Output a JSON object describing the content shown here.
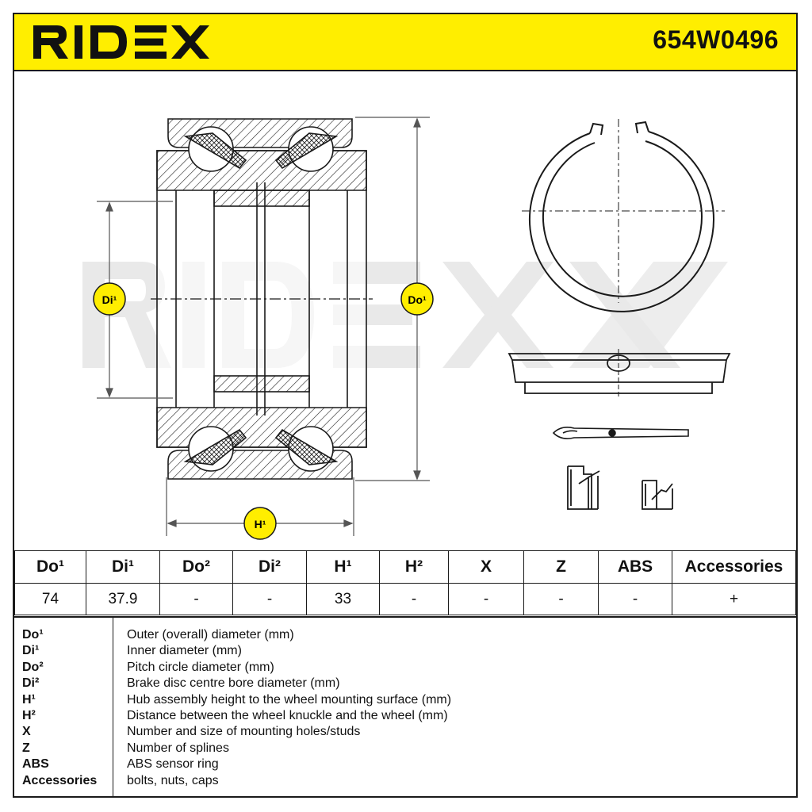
{
  "header": {
    "brand": "RIDEX",
    "part_number": "654W0496",
    "background_color": "#ffee00"
  },
  "drawing": {
    "watermark": "RIDEX",
    "labels": {
      "di1": "Di¹",
      "do1": "Do¹",
      "h1": "H¹"
    },
    "icons": [
      "wheel-bearing-section",
      "circlip-ring",
      "abs-ring-side",
      "cotter-pin",
      "clip-large",
      "clip-small"
    ]
  },
  "spec_table": {
    "headers": [
      "Do¹",
      "Di¹",
      "Do²",
      "Di²",
      "H¹",
      "H²",
      "X",
      "Z",
      "ABS",
      "Accessories"
    ],
    "values": [
      "74",
      "37.9",
      "-",
      "-",
      "33",
      "-",
      "-",
      "-",
      "-",
      "+"
    ]
  },
  "legend": {
    "items": [
      {
        "key": "Do¹",
        "desc": "Outer (overall) diameter (mm)"
      },
      {
        "key": "Di¹",
        "desc": "Inner diameter (mm)"
      },
      {
        "key": "Do²",
        "desc": "Pitch circle diameter (mm)"
      },
      {
        "key": "Di²",
        "desc": "Brake disc centre bore diameter (mm)"
      },
      {
        "key": "H¹",
        "desc": "Hub assembly height to the wheel mounting surface (mm)"
      },
      {
        "key": "H²",
        "desc": "Distance between the wheel knuckle and the wheel (mm)"
      },
      {
        "key": "X",
        "desc": "Number and size of mounting holes/studs"
      },
      {
        "key": "Z",
        "desc": "Number of splines"
      },
      {
        "key": "ABS",
        "desc": "ABS sensor ring"
      },
      {
        "key": "Accessories",
        "desc": "bolts, nuts, caps"
      }
    ]
  }
}
